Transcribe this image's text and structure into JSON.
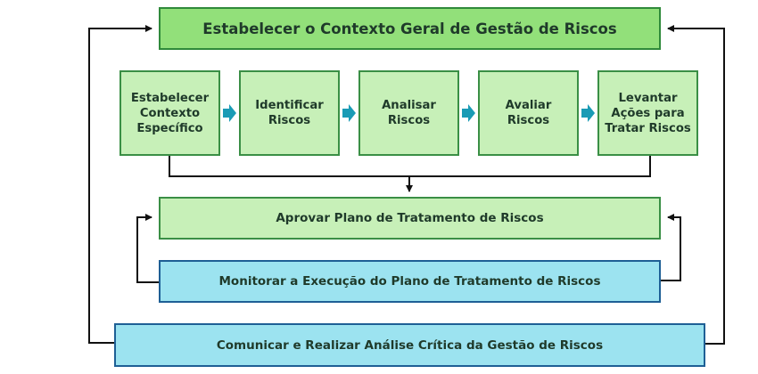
{
  "diagram": {
    "context_box": "Estabelecer o Contexto Geral de Gestão de Riscos",
    "steps": [
      "Estabelecer Contexto Específico",
      "Identificar Riscos",
      "Analisar Riscos",
      "Avaliar Riscos",
      "Levantar Ações para Tratar Riscos"
    ],
    "approve_box": "Aprovar Plano de Tratamento de Riscos",
    "monitor_box": "Monitorar a Execução do Plano de Tratamento de Riscos",
    "communicate_box": "Comunicar e Realizar Análise Crítica da Gestão de Riscos"
  },
  "colors": {
    "context_fill": "#92e07a",
    "step_fill": "#c7f0b8",
    "blue_fill": "#9ce3f0",
    "step_arrow": "#1a9bb5",
    "line": "#111111"
  }
}
